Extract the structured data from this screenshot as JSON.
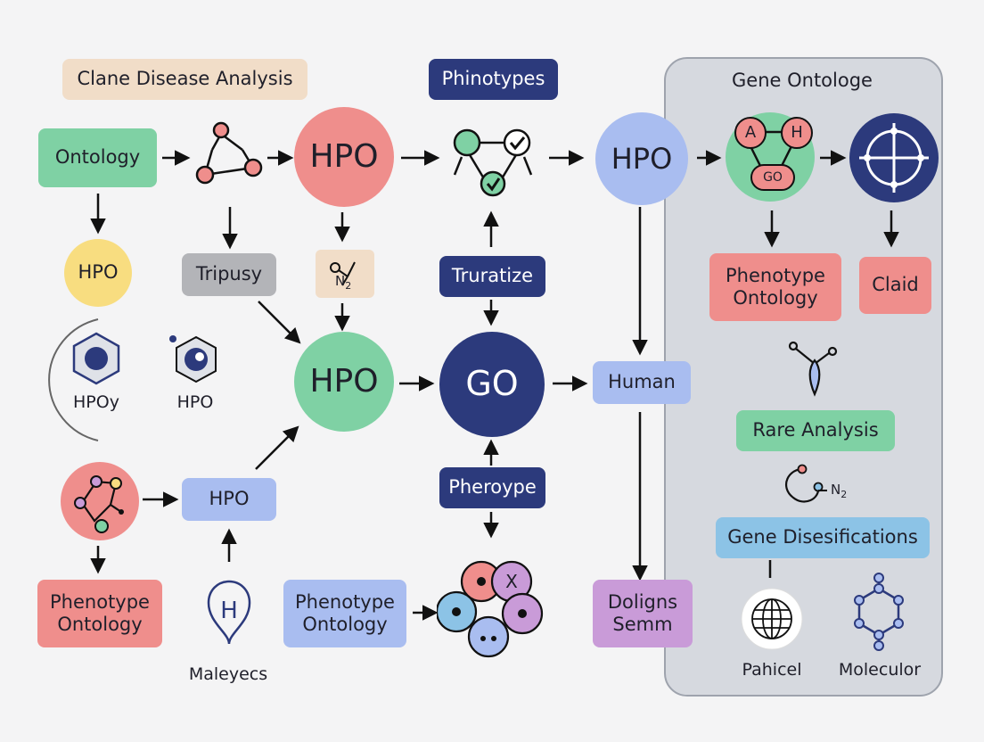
{
  "labels": {
    "title": "Clane Disease Analysis",
    "phinotypes": "Phinotypes",
    "gene_ontologe": "Gene Ontologe",
    "ontology": "Ontology",
    "hpo_top_center": "HPO",
    "hpo_top_right": "HPO",
    "hpo_yellow": "HPO",
    "tripusy": "Tripusy",
    "truratize": "Truratize",
    "phenotype_ontology_red_right": "Phenotype Ontology",
    "claid": "Claid",
    "hpoy": "HPOy",
    "hpo_small": "HPO",
    "hpo_green_center": "HPO",
    "go_center": "GO",
    "human": "Human",
    "rare_analysis": "Rare Analysis",
    "hpo_blue_small": "HPO",
    "pheroype": "Pheroype",
    "gene_disesifications": "Gene Disesifications",
    "phenotype_ontology_bottom_left": "Phenotype Ontology",
    "phenotype_ontology_bottom_mid": "Phenotype Ontology",
    "doligns_semm": "Doligns Semm",
    "maleyecs": "Maleyecs",
    "pahicel": "Pahicel",
    "molecular": "Moleculor",
    "node_a": "A",
    "node_h": "H",
    "node_go_small": "GO",
    "subscript_n2_a": "N",
    "subscript_n2_b": "N",
    "sub_2": "2",
    "cell_x": "X",
    "h_glyph": "H"
  },
  "colors": {
    "green": "#7fd1a4",
    "red": "#ef8e8c",
    "navy": "#2c3a7c",
    "lavender": "#a9bdf0",
    "yellow": "#f8dd80",
    "tan": "#f1ddc8",
    "gray": "#b3b4b8",
    "purple": "#c99bd8",
    "blue_box": "#8cc3e6"
  }
}
